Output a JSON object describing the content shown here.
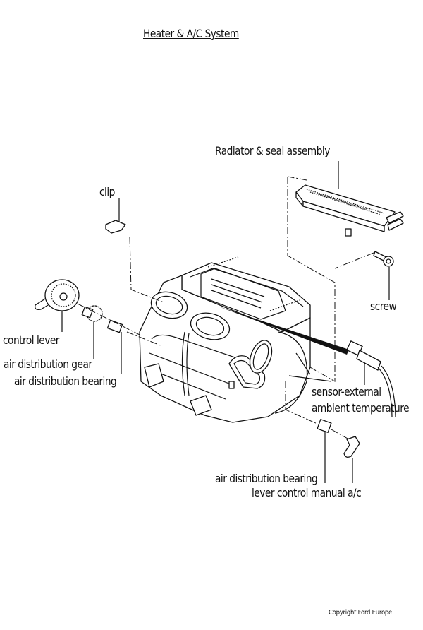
{
  "title": "Heater & A/C System",
  "copyright": "Copyright Ford Europe",
  "labels": {
    "radiator": "Radiator & seal assembly",
    "clip": "clip",
    "screw": "screw",
    "control_lever": "control lever",
    "air_gear": "air distribution gear",
    "air_bearing_left": "air distribution bearing",
    "sensor_line1": "sensor-external",
    "sensor_line2": "ambient temperature",
    "air_bearing_right": "air distribution bearing",
    "lever_manual": "lever control manual a/c"
  }
}
